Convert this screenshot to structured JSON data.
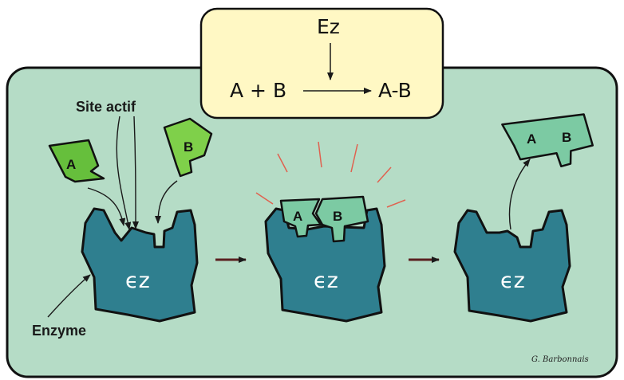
{
  "equation": {
    "enzyme": "Ez",
    "reactants": "A + B",
    "product": "A-B"
  },
  "labels": {
    "active_site": "Site actif",
    "enzyme": "Enzyme"
  },
  "enzyme_symbol": "ϵz",
  "substrates": {
    "a": "A",
    "b": "B"
  },
  "signature": "G. Barbonnais",
  "colors": {
    "panel_bg": "#b5dcc6",
    "equation_box": "#fff8c4",
    "enzyme": "#2f7f8f",
    "substrate_light": "#7fd04a",
    "substrate_mid": "#66bf3c",
    "complex_fill": "#7ccaa3",
    "burst": "#e0614f"
  }
}
